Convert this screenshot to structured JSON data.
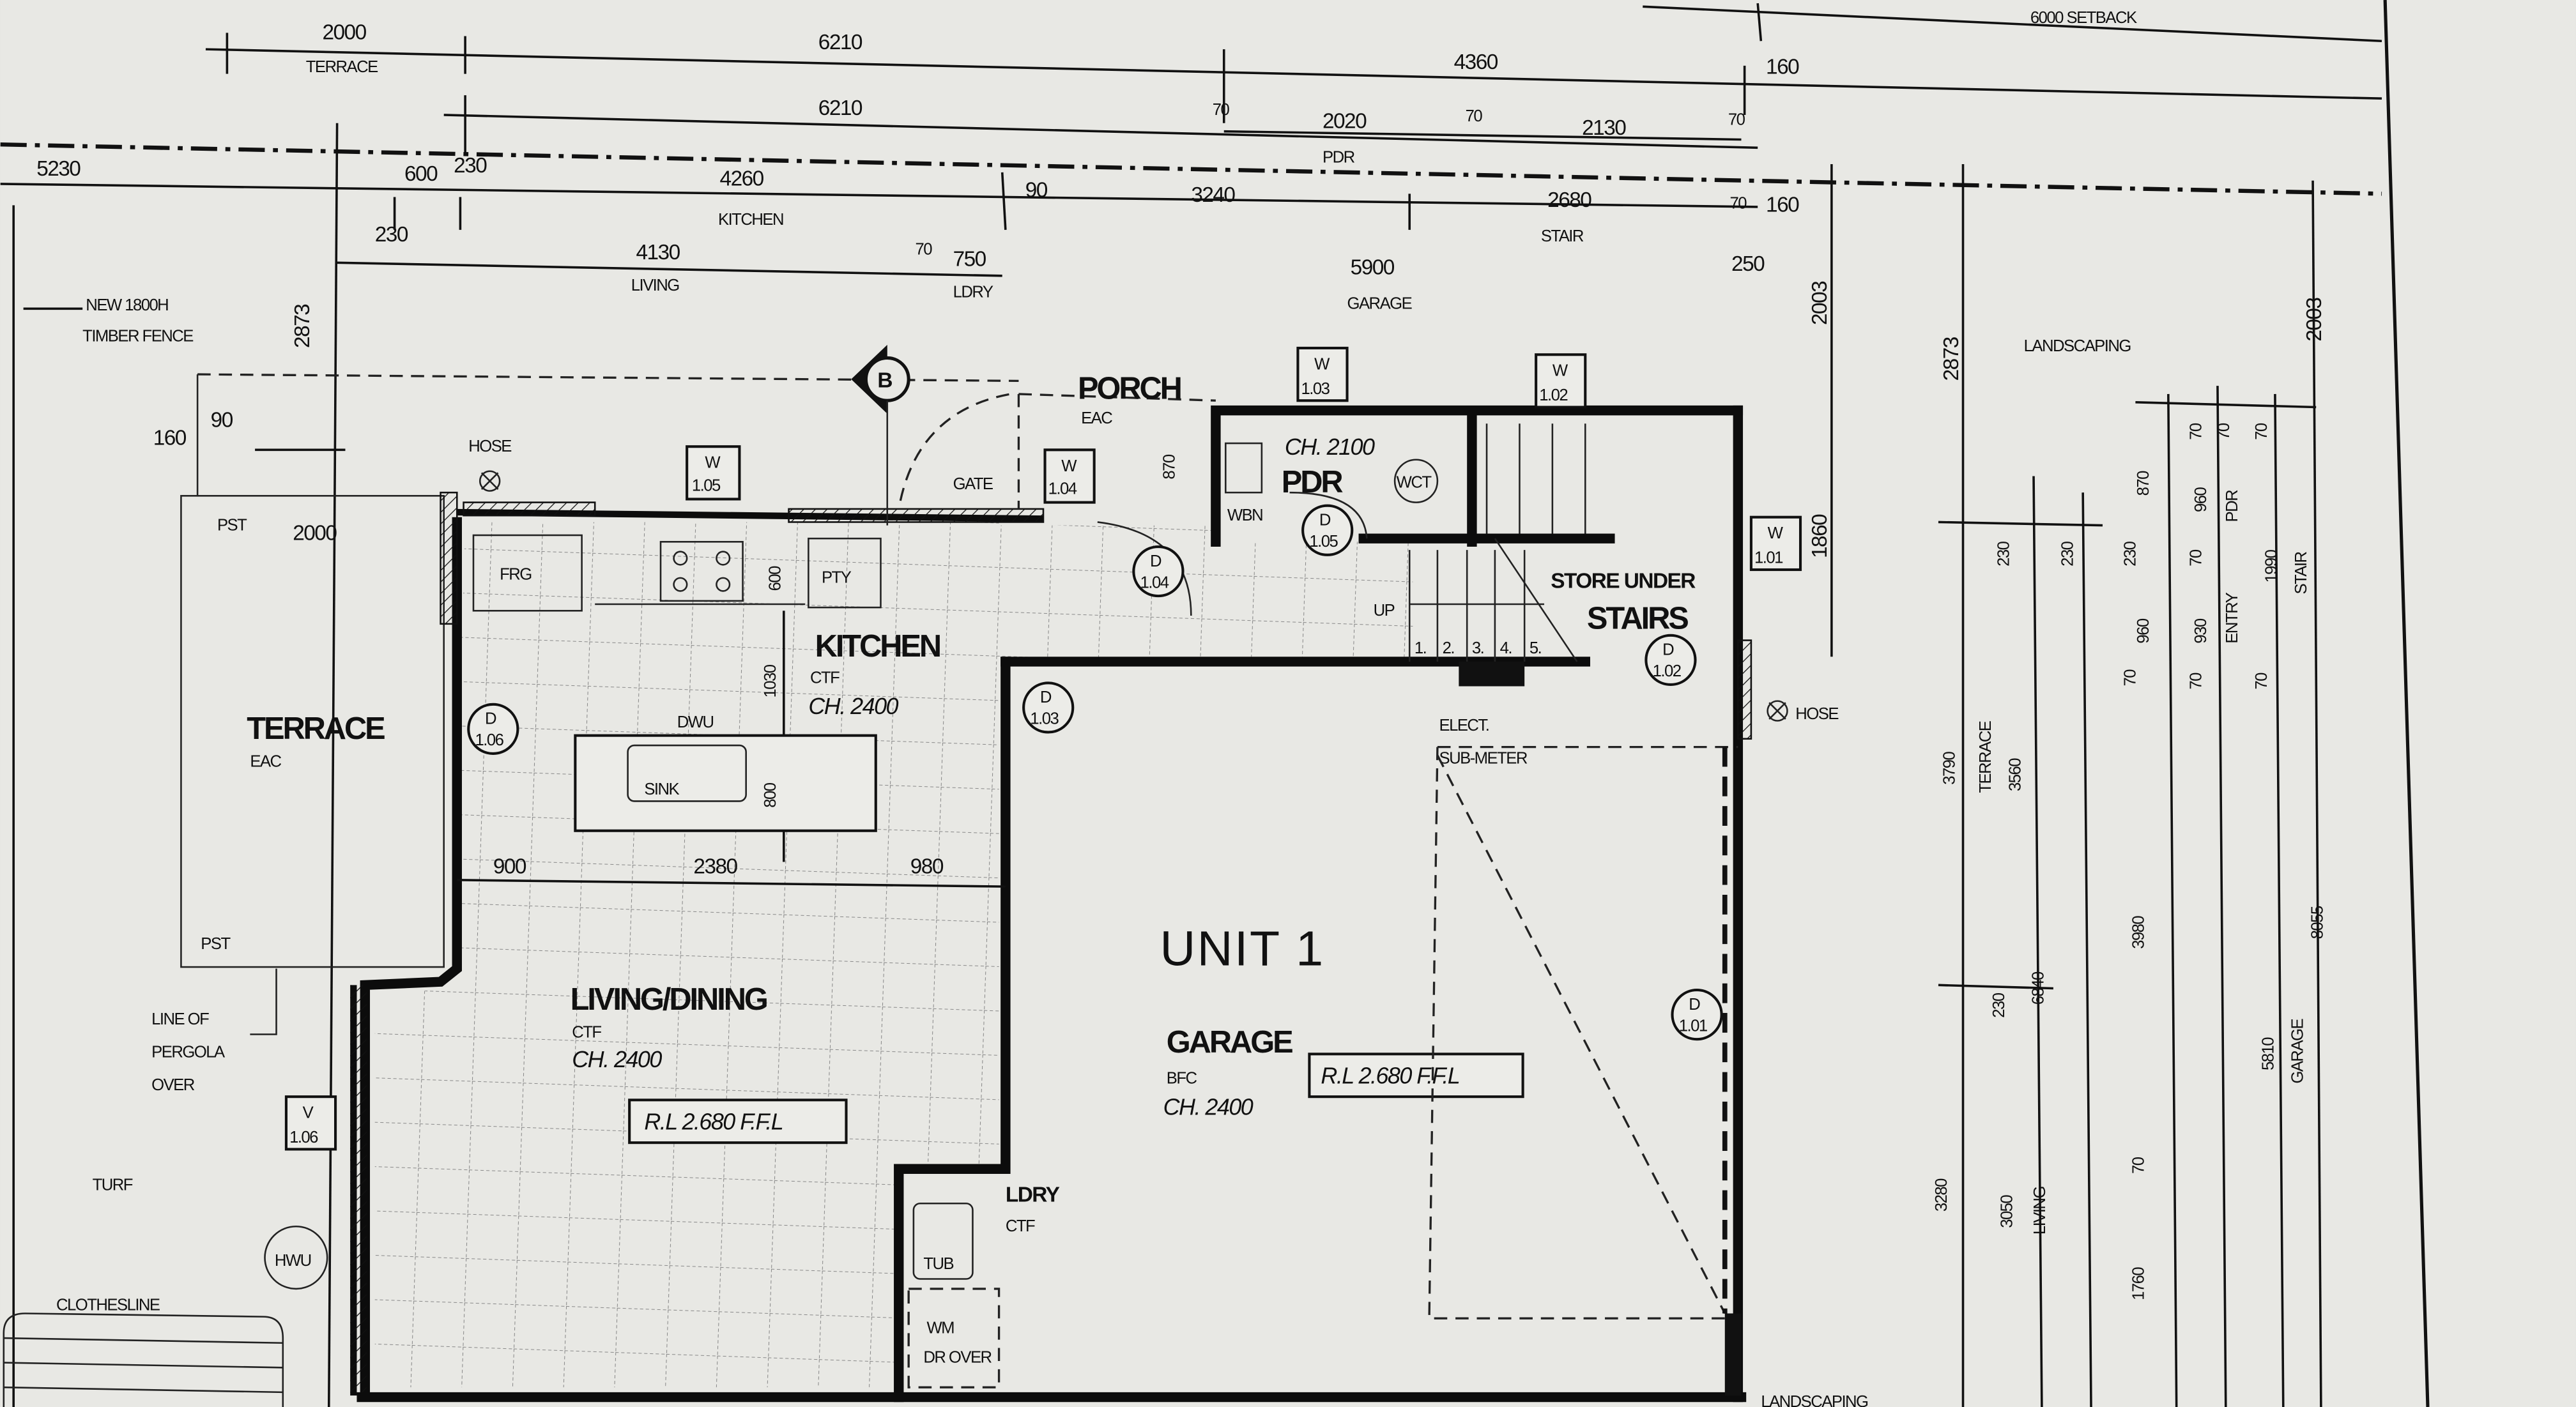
{
  "title": "UNIT 1",
  "top_dims": {
    "terrace_width": "2000",
    "terrace_label": "TERRACE",
    "overall_a": "6210",
    "overall_b": "6210",
    "front": "4360",
    "front_end": "160",
    "setback": "6000 SETBACK",
    "pdr_70a": "70",
    "pdr_width": "2020",
    "pdr_label": "PDR",
    "pdr_70b": "70",
    "pdr_right": "2130",
    "pdr_70c": "70",
    "left_5230": "5230",
    "k_600": "600",
    "k_230": "230",
    "kitchen_width": "4260",
    "kitchen_label": "KITCHEN",
    "k_90": "90",
    "k_3240": "3240",
    "stair_width": "2680",
    "stair_label": "STAIR",
    "s_70": "70",
    "s_160": "160",
    "l_230": "230",
    "living_width": "4130",
    "living_label": "LIVING",
    "l_70": "70",
    "ldry_width": "750",
    "ldry_label": "LDRY",
    "garage_width": "5900",
    "garage_label": "GARAGE",
    "g_250": "250"
  },
  "left_notes": {
    "fence_1": "NEW 1800H",
    "fence_2": "TIMBER FENCE",
    "v_2873": "2873",
    "d_160": "160",
    "d_90": "90",
    "pst_top": "PST",
    "terrace_2000": "2000",
    "pst_bottom": "PST",
    "pergola_1": "LINE OF",
    "pergola_2": "PERGOLA",
    "pergola_3": "OVER",
    "turf": "TURF",
    "hwu": "HWU",
    "clothesline": "CLOTHESLINE"
  },
  "rooms": {
    "porch": "PORCH",
    "porch_finish": "EAC",
    "gate": "GATE",
    "porch_870": "870",
    "pdr_ch": "CH. 2100",
    "pdr": "PDR",
    "wct": "WCT",
    "wbn": "WBN",
    "frg": "FRG",
    "pty": "PTY",
    "k_600v": "600",
    "kitchen": "KITCHEN",
    "kitchen_finish": "CTF",
    "kitchen_ch": "CH. 2400",
    "k_1030": "1030",
    "dwu": "DWU",
    "sink": "SINK",
    "k_800": "800",
    "up": "UP",
    "steps": [
      "1.",
      "2.",
      "3.",
      "4.",
      "5."
    ],
    "store_1": "STORE UNDER",
    "store_2": "STAIRS",
    "terrace": "TERRACE",
    "terrace_finish": "EAC",
    "elect_1": "ELECT.",
    "elect_2": "SUB-METER",
    "hose_left": "HOSE",
    "hose_right": "HOSE",
    "dim_900": "900",
    "dim_2380": "2380",
    "dim_980": "980",
    "living": "LIVING/DINING",
    "living_finish": "CTF",
    "living_ch": "CH. 2400",
    "living_rl": "R.L 2.680 F.F.L",
    "garage": "GARAGE",
    "garage_finish": "BFC",
    "garage_ch": "CH. 2400",
    "garage_rl": "R.L 2.680 F.F.L",
    "ldry": "LDRY",
    "ldry_finish": "CTF",
    "tub": "TUB",
    "wm": "WM",
    "dr_over": "DR OVER",
    "landscaping_bottom": "LANDSCAPING"
  },
  "tags": {
    "section": "B",
    "w105": {
      "t": "W",
      "n": "1.05"
    },
    "w104": {
      "t": "W",
      "n": "1.04"
    },
    "w103": {
      "t": "W",
      "n": "1.03"
    },
    "w102": {
      "t": "W",
      "n": "1.02"
    },
    "w101": {
      "t": "W",
      "n": "1.01"
    },
    "v106": {
      "t": "V",
      "n": "1.06"
    },
    "d105": {
      "t": "D",
      "n": "1.05"
    },
    "d104": {
      "t": "D",
      "n": "1.04"
    },
    "d106": {
      "t": "D",
      "n": "1.06"
    },
    "d103": {
      "t": "D",
      "n": "1.03"
    },
    "d102": {
      "t": "D",
      "n": "1.02"
    },
    "d101": {
      "t": "D",
      "n": "1.01"
    }
  },
  "right_dims": {
    "v_2003a": "2003",
    "v_1860": "1860",
    "v_2873": "2873",
    "landscaping": "LANDSCAPING",
    "v_2003b": "2003",
    "r230a": "230",
    "r230b": "230",
    "r230c": "230",
    "r870": "870",
    "r960a": "960",
    "pdr": "PDR",
    "r70a": "70",
    "r70b": "70",
    "r70c": "70",
    "r1990": "1990",
    "stair": "STAIR",
    "r70d": "70",
    "r930": "930",
    "entry": "ENTRY",
    "r960b": "960",
    "r70e": "70",
    "r70f": "70",
    "r70g": "70",
    "r3790": "3790",
    "terrace": "TERRACE",
    "r3560": "3560",
    "r3980": "3980",
    "r6840": "6840",
    "r230d": "230",
    "r8055": "8055",
    "r5810": "5810",
    "garage": "GARAGE",
    "r3280": "3280",
    "r3050": "3050",
    "living": "LIVING",
    "r70h": "70",
    "r1760": "1760"
  }
}
